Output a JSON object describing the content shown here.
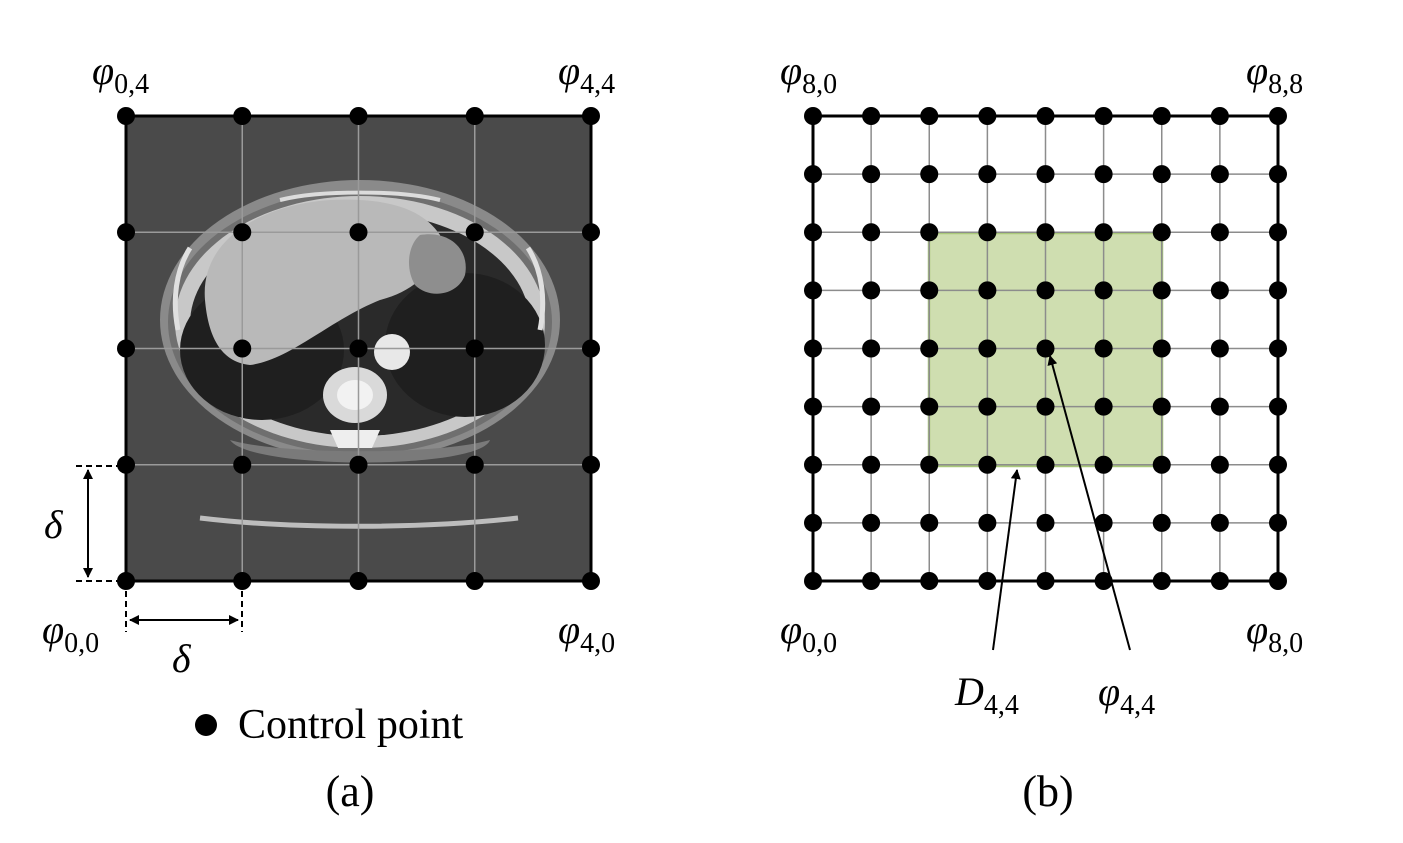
{
  "panel_a": {
    "corner_labels": {
      "top_left": {
        "symbol": "φ",
        "sub": "0,4"
      },
      "top_right": {
        "symbol": "φ",
        "sub": "4,4"
      },
      "bottom_left": {
        "symbol": "φ",
        "sub": "0,0"
      },
      "bottom_right": {
        "symbol": "φ",
        "sub": "4,0"
      }
    },
    "spacing_label_vertical": "δ",
    "spacing_label_horizontal": "δ",
    "legend_text": "Control point",
    "caption": "(a)",
    "background_image": "ct-chest-slice",
    "grid_cells": 4
  },
  "panel_b": {
    "corner_labels": {
      "top_left": {
        "symbol": "φ",
        "sub": "8,0"
      },
      "top_right": {
        "symbol": "φ",
        "sub": "8,8"
      },
      "bottom_left": {
        "symbol": "φ",
        "sub": "0,0"
      },
      "bottom_right": {
        "symbol": "φ",
        "sub": "8,0"
      }
    },
    "region_label": {
      "symbol": "D",
      "sub": "4,4"
    },
    "point_label": {
      "symbol": "φ",
      "sub": "4,4"
    },
    "caption": "(b)",
    "grid_cells": 8,
    "highlight_color": "#cfdeb0",
    "highlight_border": "#a9c87a"
  }
}
